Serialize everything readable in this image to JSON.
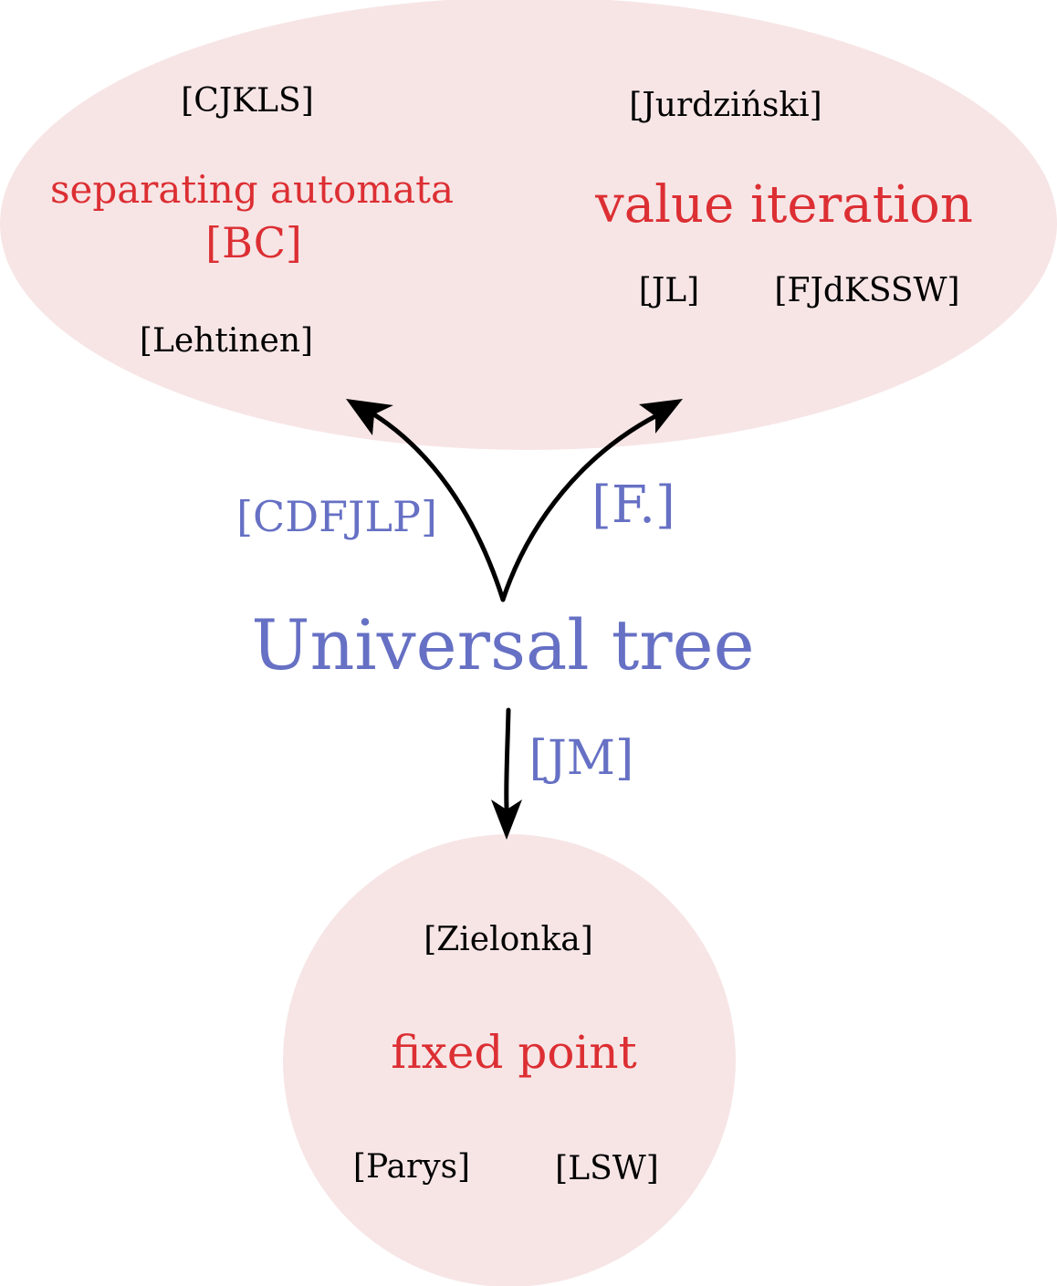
{
  "colors": {
    "region_fill": "#f7e5e6",
    "method_red": "#dc2f33",
    "link_blue": "#6670c4",
    "arrow": "#000000",
    "citation": "#000000"
  },
  "center": {
    "title": "Universal tree"
  },
  "top_region": {
    "left_method": {
      "name": "separating automata",
      "citation": "[BC]"
    },
    "right_method": {
      "name": "value iteration"
    },
    "citations": {
      "cjkls": "[CJKLS]",
      "lehtinen": "[Lehtinen]",
      "jurdzinski": "[Jurdziński]",
      "jl": "[JL]",
      "fjdkssw": "[FJdKSSW]"
    }
  },
  "bottom_region": {
    "method": {
      "name": "fixed point"
    },
    "citations": {
      "zielonka": "[Zielonka]",
      "parys": "[Parys]",
      "lsw": "[LSW]"
    }
  },
  "edges": {
    "to_separating_automata": {
      "label": "[CDFJLP]"
    },
    "to_value_iteration": {
      "label": "[F.]"
    },
    "to_fixed_point": {
      "label": "[JM]"
    }
  }
}
